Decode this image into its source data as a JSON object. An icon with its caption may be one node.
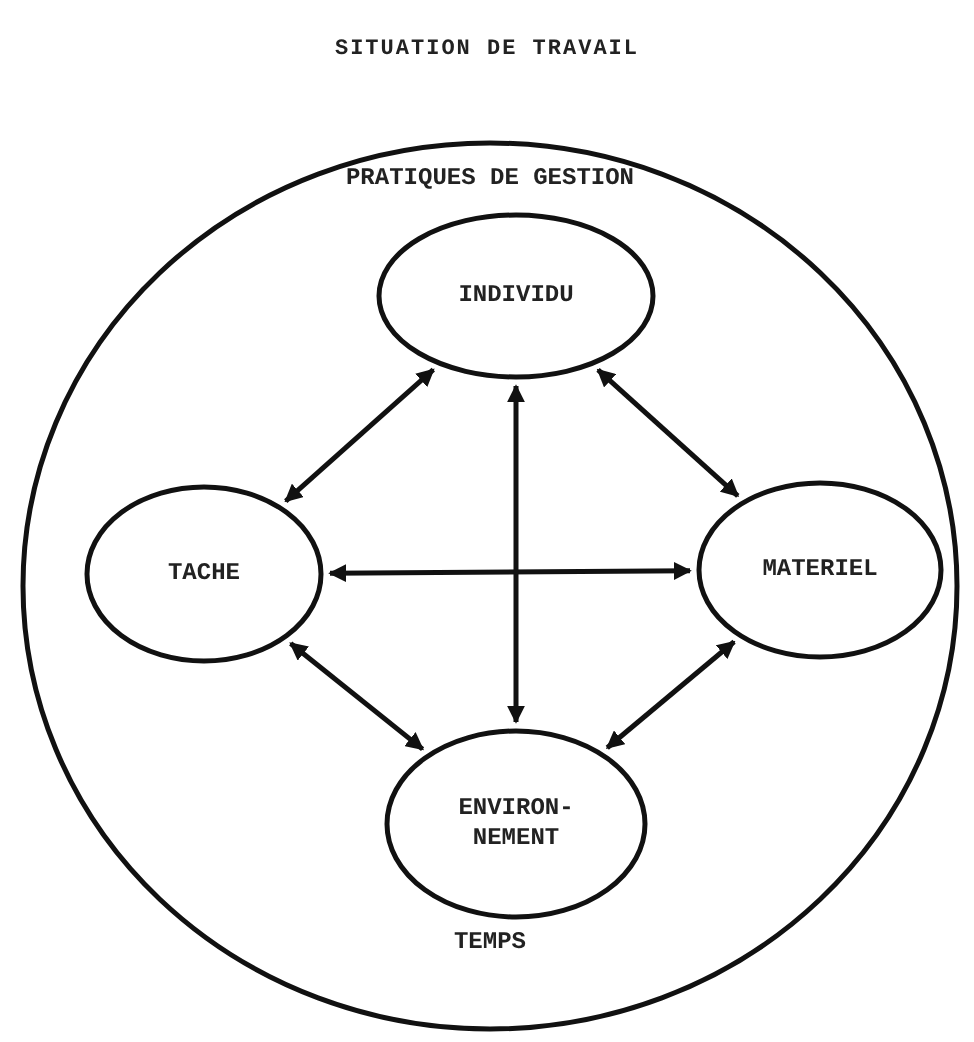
{
  "diagram": {
    "title": "SITUATION DE TRAVAIL",
    "nodes": [
      {
        "text": [
          "PRATIQUES DE GESTION",
          "TEMPS"
        ]
      },
      {
        "text": [
          "INDIVIDU"
        ],
        "in": 0
      },
      {
        "text": [
          "TACHE"
        ],
        "in": 0
      },
      {
        "text": [
          "MATERIEL"
        ],
        "in": 0
      },
      {
        "text": [
          "ENVIRON- NEMENT"
        ],
        "in": 0
      }
    ],
    "edges": [
      {
        "from": 1,
        "to": 2,
        "arrow": "both"
      },
      {
        "from": 1,
        "to": 3,
        "arrow": "both"
      },
      {
        "from": 2,
        "to": 3,
        "arrow": "both"
      },
      {
        "from": 1,
        "to": 4,
        "arrow": "both"
      },
      {
        "from": 2,
        "to": 4,
        "arrow": "both"
      },
      {
        "from": 3,
        "to": 4,
        "arrow": "both"
      }
    ]
  }
}
